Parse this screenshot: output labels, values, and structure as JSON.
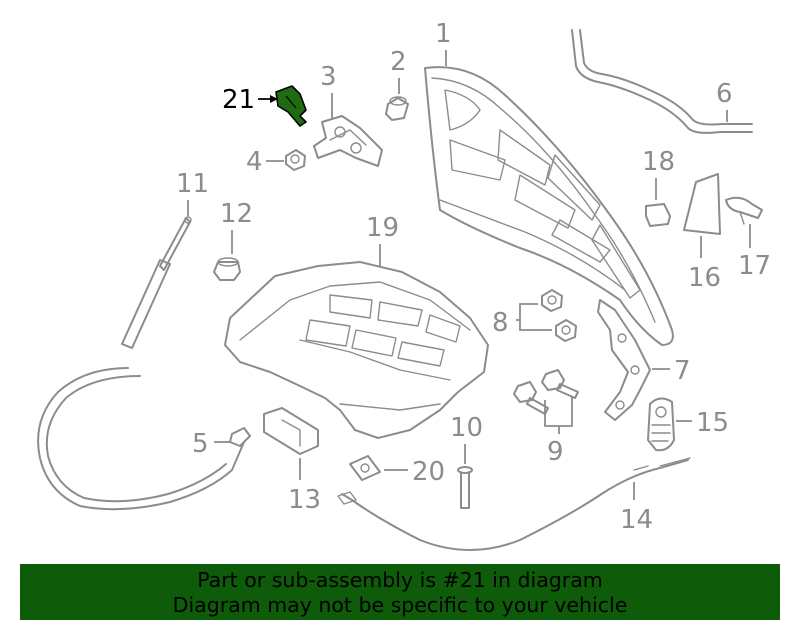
{
  "callouts": {
    "p1": "1",
    "p2": "2",
    "p3": "3",
    "p4": "4",
    "p5": "5",
    "p6": "6",
    "p7": "7",
    "p8": "8",
    "p9": "9",
    "p10": "10",
    "p11": "11",
    "p12": "12",
    "p13": "13",
    "p14": "14",
    "p15": "15",
    "p16": "16",
    "p17": "17",
    "p18": "18",
    "p19": "19",
    "p20": "20",
    "p21": "21"
  },
  "highlight_part": "21",
  "colors": {
    "line": "#8c8c8c",
    "highlight_fill": "#1f6b12",
    "banner_bg": "#0e5c0a",
    "banner_text": "#000000"
  },
  "banner": {
    "line1": "Part or sub-assembly is #21 in diagram",
    "line2": "Diagram may not be specific to your vehicle"
  }
}
